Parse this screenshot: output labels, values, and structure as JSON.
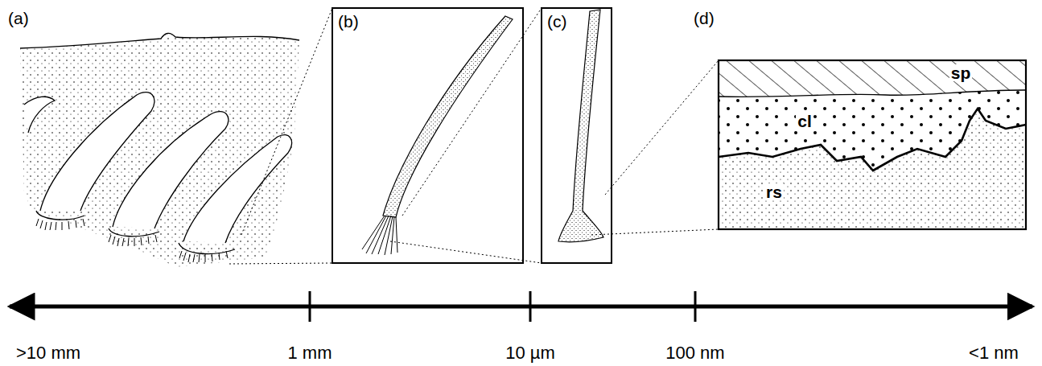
{
  "diagram": {
    "labels": [
      "(a)",
      "(b)",
      "(c)",
      "(d)",
      "sp",
      "cl",
      "rs",
      ">10 mm",
      "1 mm",
      "10 µm",
      "100 nm",
      "<1 nm"
    ]
  }
}
